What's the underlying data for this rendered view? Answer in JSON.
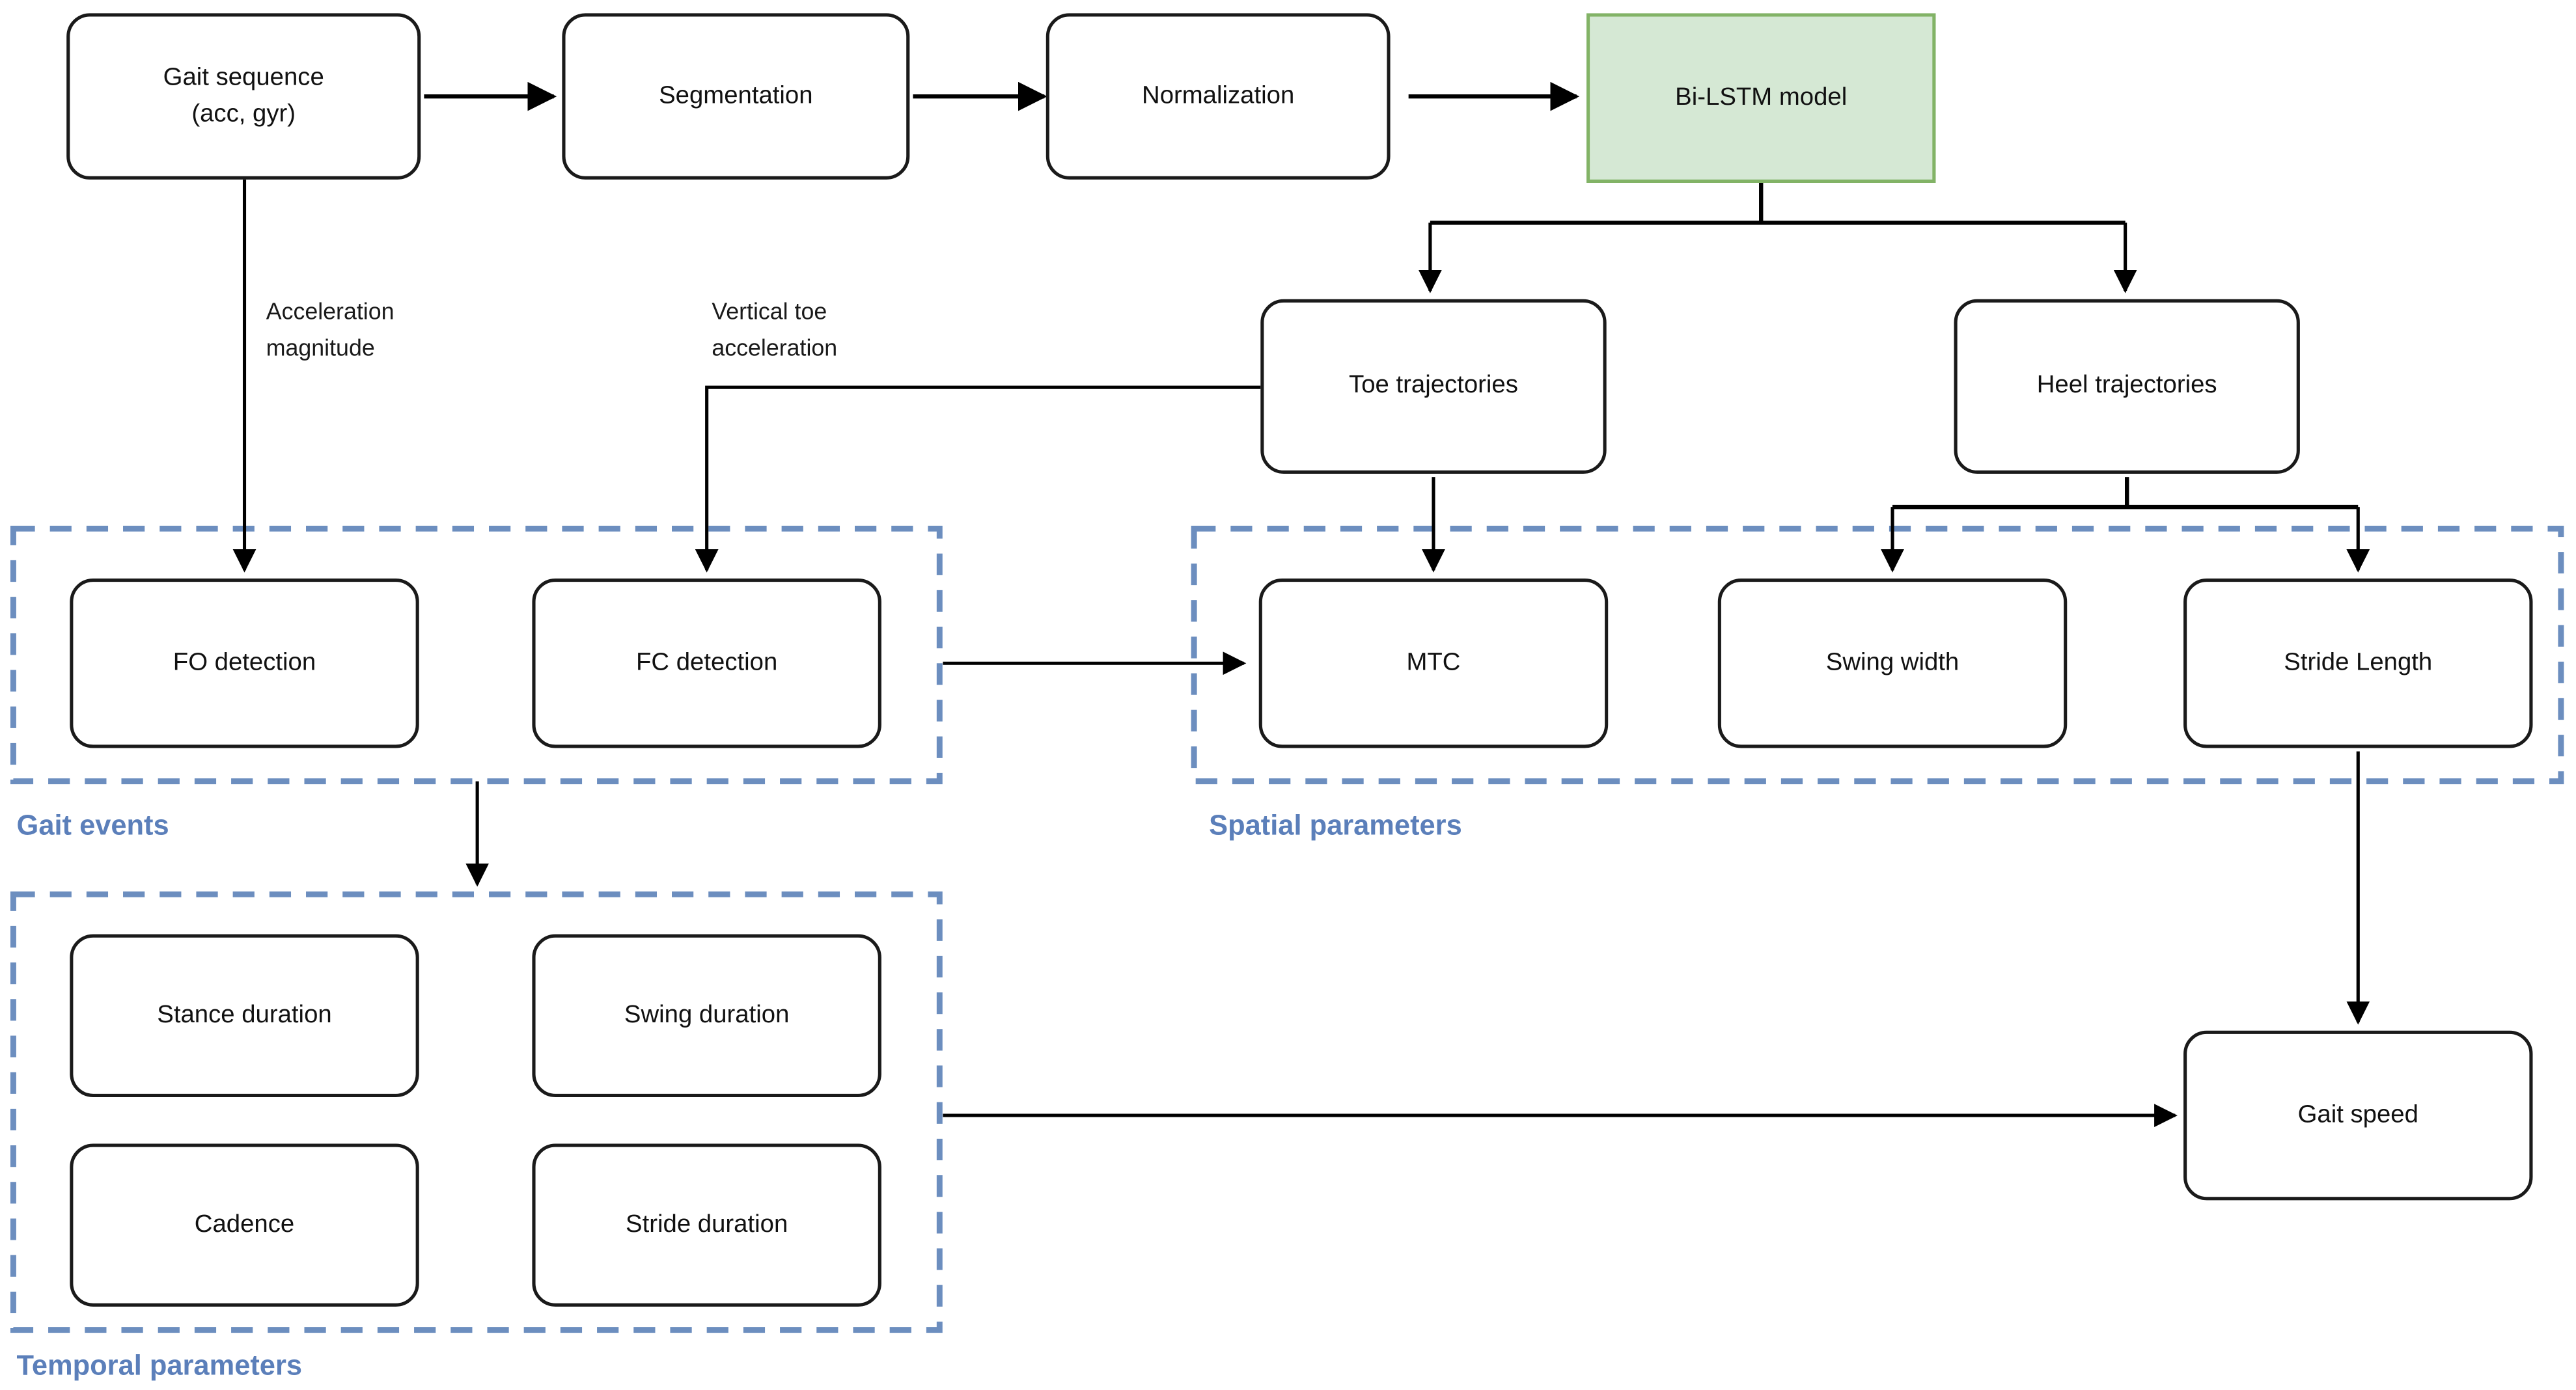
{
  "nodes": {
    "gait_sequence": "Gait sequence\n(acc, gyr)",
    "segmentation": "Segmentation",
    "normalization": "Normalization",
    "bi_lstm": "Bi-LSTM model",
    "toe_trajectories": "Toe trajectories",
    "heel_trajectories": "Heel trajectories",
    "fo_detection": "FO detection",
    "fc_detection": "FC detection",
    "mtc": "MTC",
    "swing_width": "Swing width",
    "stride_length": "Stride Length",
    "stance_duration": "Stance duration",
    "swing_duration": "Swing duration",
    "cadence": "Cadence",
    "stride_duration": "Stride duration",
    "gait_speed": "Gait speed"
  },
  "edge_labels": {
    "acceleration_magnitude": "Acceleration\nmagnitude",
    "vertical_toe_acceleration": "Vertical toe\nacceleration"
  },
  "groups": {
    "gait_events": "Gait events",
    "spatial_parameters": "Spatial parameters",
    "temporal_parameters": "Temporal parameters"
  },
  "colors": {
    "highlight_fill": "#d5e8d4",
    "highlight_stroke": "#82b366",
    "group_stroke": "#6c8ebf",
    "group_label": "#5b7fba",
    "node_stroke": "#1a1a1a",
    "connector": "#000000",
    "background": "#ffffff"
  }
}
